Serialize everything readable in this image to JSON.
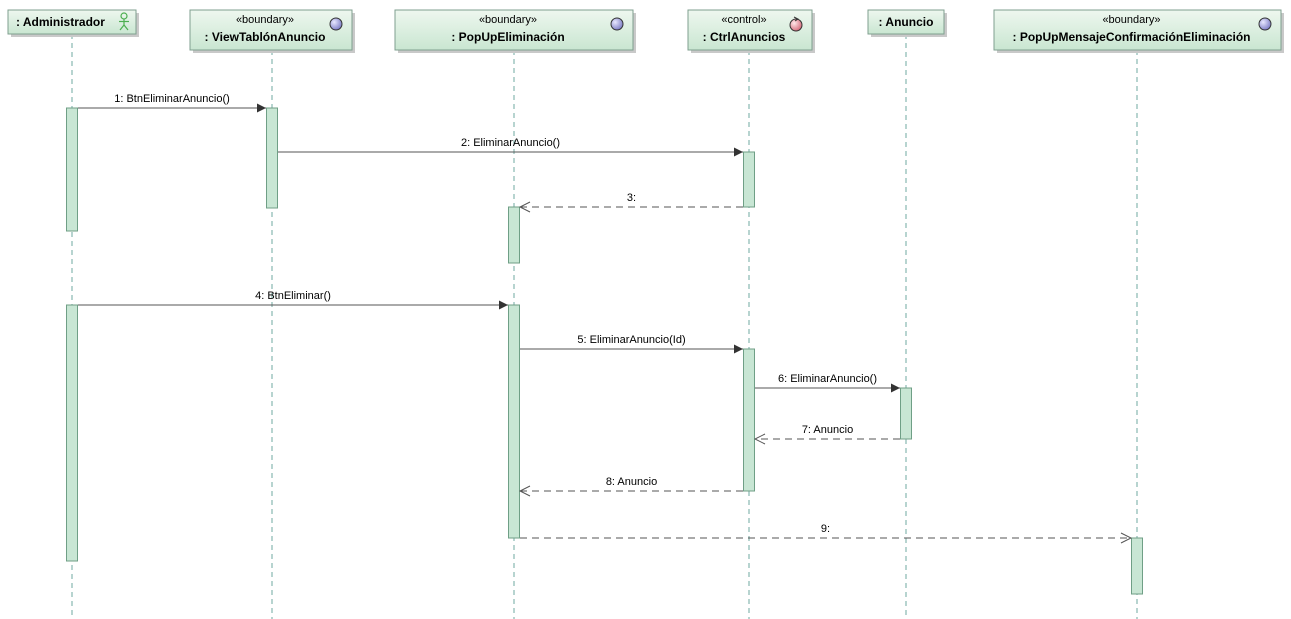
{
  "diagram": {
    "type": "sequence",
    "lifelines": [
      {
        "id": "admin",
        "stereotype": "",
        "name": ": Administrador",
        "icon": "actor-icon",
        "stereo_text": ""
      },
      {
        "id": "view",
        "stereotype": "boundary",
        "stereo_text": "«boundary»",
        "name": ": ViewTablónAnuncio",
        "icon": "boundary-icon"
      },
      {
        "id": "popup",
        "stereotype": "boundary",
        "stereo_text": "«boundary»",
        "name": ": PopUpEliminación",
        "icon": "boundary-icon"
      },
      {
        "id": "ctrl",
        "stereotype": "control",
        "stereo_text": "«control»",
        "name": ": CtrlAnuncios",
        "icon": "control-icon"
      },
      {
        "id": "anuncio",
        "stereotype": "",
        "stereo_text": "",
        "name": ": Anuncio",
        "icon": ""
      },
      {
        "id": "confirm",
        "stereotype": "boundary",
        "stereo_text": "«boundary»",
        "name": ": PopUpMensajeConfirmaciónEliminación",
        "icon": "boundary-icon"
      }
    ],
    "messages": [
      {
        "n": 1,
        "label": "1: BtnEliminarAnuncio()",
        "from": "admin",
        "to": "view",
        "kind": "sync"
      },
      {
        "n": 2,
        "label": "2: EliminarAnuncio()",
        "from": "view",
        "to": "ctrl",
        "kind": "sync"
      },
      {
        "n": 3,
        "label": "3:",
        "from": "ctrl",
        "to": "popup",
        "kind": "return"
      },
      {
        "n": 4,
        "label": "4: BtnEliminar()",
        "from": "admin",
        "to": "popup",
        "kind": "sync"
      },
      {
        "n": 5,
        "label": "5: EliminarAnuncio(Id)",
        "from": "popup",
        "to": "ctrl",
        "kind": "sync"
      },
      {
        "n": 6,
        "label": "6: EliminarAnuncio()",
        "from": "ctrl",
        "to": "anuncio",
        "kind": "sync"
      },
      {
        "n": 7,
        "label": "7: Anuncio",
        "from": "anuncio",
        "to": "ctrl",
        "kind": "return"
      },
      {
        "n": 8,
        "label": "8: Anuncio",
        "from": "ctrl",
        "to": "popup",
        "kind": "return"
      },
      {
        "n": 9,
        "label": "9:",
        "from": "popup",
        "to": "confirm",
        "kind": "return"
      }
    ],
    "colors": {
      "header_top": "#eef7ef",
      "header_bottom": "#c9e6d1",
      "activation_fill": "#c8e6d4",
      "lifeline": "#6fa8a0",
      "boundary_icon": "#9a9ad6",
      "control_icon": "#e89aa6",
      "actor_icon": "#4caf50"
    }
  }
}
